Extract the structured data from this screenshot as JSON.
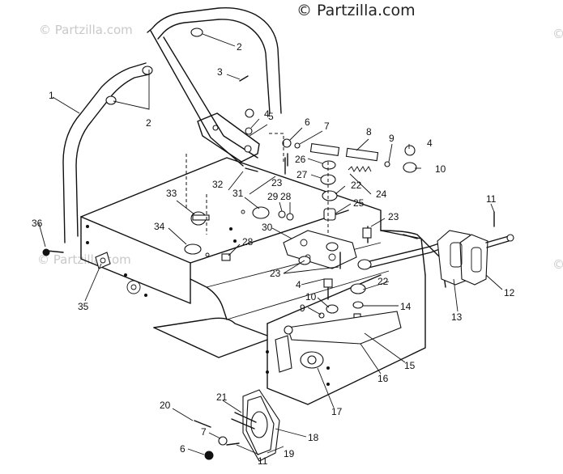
{
  "watermark": {
    "main": "© Partzilla.com",
    "faint_left": "© Partzilla.com",
    "faint_right": "©",
    "faint_bottom_left": "© Partzilla.com",
    "faint_right_mid": "©"
  },
  "callouts": [
    {
      "id": "c2a",
      "text": "2"
    },
    {
      "id": "c2b",
      "text": "2"
    },
    {
      "id": "c1",
      "text": "1"
    },
    {
      "id": "c3",
      "text": "3"
    },
    {
      "id": "c4a",
      "text": "4"
    },
    {
      "id": "c5",
      "text": "5"
    },
    {
      "id": "c6a",
      "text": "6"
    },
    {
      "id": "c7a",
      "text": "7"
    },
    {
      "id": "c8",
      "text": "8"
    },
    {
      "id": "c9a",
      "text": "9"
    },
    {
      "id": "c4b",
      "text": "4"
    },
    {
      "id": "c10a",
      "text": "10"
    },
    {
      "id": "c26",
      "text": "26"
    },
    {
      "id": "c27",
      "text": "27"
    },
    {
      "id": "c22a",
      "text": "22"
    },
    {
      "id": "c24",
      "text": "24"
    },
    {
      "id": "c25",
      "text": "25"
    },
    {
      "id": "c23a",
      "text": "23"
    },
    {
      "id": "c32",
      "text": "32"
    },
    {
      "id": "c33",
      "text": "33"
    },
    {
      "id": "c31",
      "text": "31"
    },
    {
      "id": "c29",
      "text": "29"
    },
    {
      "id": "c28a",
      "text": "28"
    },
    {
      "id": "c23b",
      "text": "23"
    },
    {
      "id": "c11a",
      "text": "11"
    },
    {
      "id": "c36",
      "text": "36"
    },
    {
      "id": "c34",
      "text": "34"
    },
    {
      "id": "c30",
      "text": "30"
    },
    {
      "id": "c28b",
      "text": "28"
    },
    {
      "id": "c23c",
      "text": "23"
    },
    {
      "id": "c4c",
      "text": "4"
    },
    {
      "id": "c22b",
      "text": "22"
    },
    {
      "id": "c12",
      "text": "12"
    },
    {
      "id": "c13",
      "text": "13"
    },
    {
      "id": "c35",
      "text": "35"
    },
    {
      "id": "c10b",
      "text": "10"
    },
    {
      "id": "c9b",
      "text": "9"
    },
    {
      "id": "c14",
      "text": "14"
    },
    {
      "id": "c15",
      "text": "15"
    },
    {
      "id": "c16",
      "text": "16"
    },
    {
      "id": "c17",
      "text": "17"
    },
    {
      "id": "c20",
      "text": "20"
    },
    {
      "id": "c21",
      "text": "21"
    },
    {
      "id": "c7b",
      "text": "7"
    },
    {
      "id": "c18",
      "text": "18"
    },
    {
      "id": "c6b",
      "text": "6"
    },
    {
      "id": "c19",
      "text": "19"
    },
    {
      "id": "c11b",
      "text": "11"
    }
  ]
}
